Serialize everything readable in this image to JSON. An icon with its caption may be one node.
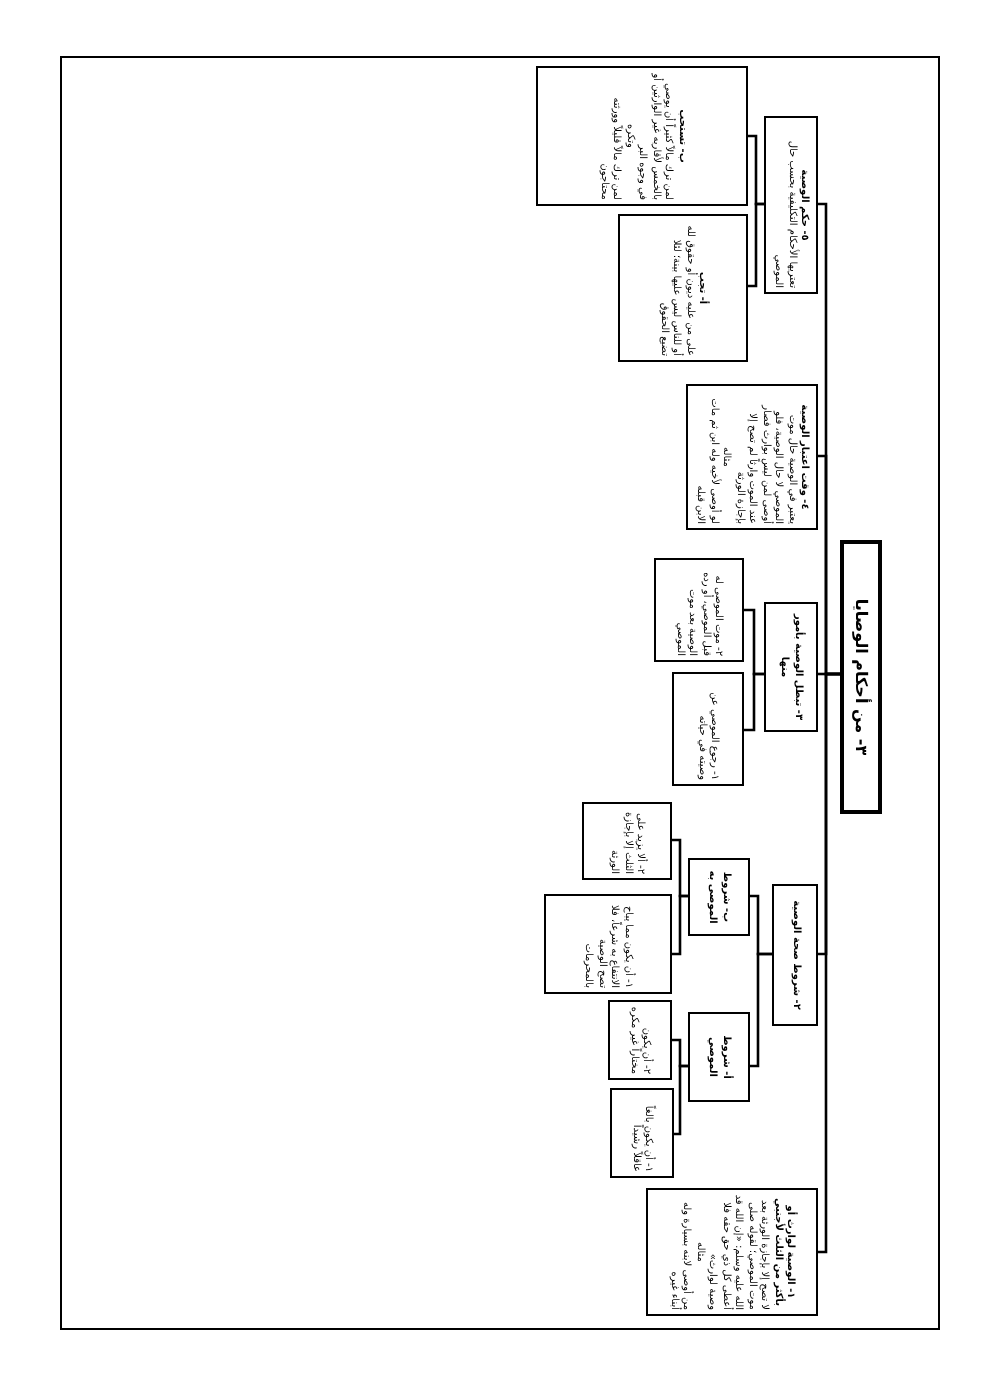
{
  "diagram": {
    "nodes": [
      {
        "text": [
          "٣- من أحكام الوصايا"
        ]
      },
      {
        "text": [
          "١- الوصية لوارث أو بأكثر من الثلث لأجنبي",
          "لا تصح إلا بإجازة الورثة بعد موت الموصي؛ لقوله صلى الله عليه وسلم: «إن الله قد أعطى كل ذي حق حقه فلا وصية لوارث»",
          "مثاله",
          "من أوصى لابنه بسيارة وله أبناء غيره"
        ]
      },
      {
        "text": [
          "٢- شروط صحة الوصية"
        ]
      },
      {
        "text": [
          "أ- شروط الموصي"
        ]
      },
      {
        "text": [
          "١- أن يكون بالغاً عاقلاً رشيداً"
        ]
      },
      {
        "text": [
          "٢- أن يكون مختاراً غير مكره"
        ]
      },
      {
        "text": [
          "ب- شروط الموصى به"
        ]
      },
      {
        "text": [
          "١- أن يكون مما يباح الانتفاع به شرعاً، فلا تصح الوصية بالمحرمات"
        ]
      },
      {
        "text": [
          "٢- ألا يزيد على الثلث إلا بإجازة الورثة"
        ]
      },
      {
        "text": [
          "٣- تبطل الوصية بأمور منها"
        ]
      },
      {
        "text": [
          "١- رجوع الموصي عن وصيته في حياته"
        ]
      },
      {
        "text": [
          "٢- موت الموصى له قبل الموصي، أو رده الوصية بعد موت الموصي"
        ]
      },
      {
        "text": [
          "٤- وقت اعتبار الوصية",
          "يعتبر في الوصية حال موت الموصي لا حال الوصية، فلو أوصى لمن ليس بوارث فصار عند الموت وارثاً لم تصح إلا بإجازة الورثة",
          "مثاله",
          "لو أوصى لأخيه وله ابن ثم مات الابن قبله"
        ]
      },
      {
        "text": [
          "٥- حكم الوصية",
          "تعتريها الأحكام التكليفية بحسب حال الموصي"
        ]
      },
      {
        "text": [
          "أ- تجب",
          "على من عليه ديون أو حقوق لله أو للناس ليس عليها بينة؛ لئلا تضيع الحقوق"
        ]
      },
      {
        "text": [
          "ب- تستحب",
          "لمن ترك مالاً كثيراً أن يوصي بالخمس لأقاربه غير الوارثين أو في وجوه البر",
          "وتكره",
          "لمن ترك مالاً قليلاً وورثته محتاجون"
        ]
      }
    ],
    "edges": [
      {
        "from": 0,
        "to": 1,
        "arrow": "none"
      },
      {
        "from": 0,
        "to": 2,
        "arrow": "none"
      },
      {
        "from": 2,
        "to": 3,
        "arrow": "none"
      },
      {
        "from": 3,
        "to": 4,
        "arrow": "none"
      },
      {
        "from": 3,
        "to": 5,
        "arrow": "none"
      },
      {
        "from": 2,
        "to": 6,
        "arrow": "none"
      },
      {
        "from": 6,
        "to": 7,
        "arrow": "none"
      },
      {
        "from": 6,
        "to": 8,
        "arrow": "none"
      },
      {
        "from": 0,
        "to": 9,
        "arrow": "none"
      },
      {
        "from": 9,
        "to": 10,
        "arrow": "none"
      },
      {
        "from": 9,
        "to": 11,
        "arrow": "none"
      },
      {
        "from": 0,
        "to": 12,
        "arrow": "none"
      },
      {
        "from": 0,
        "to": 13,
        "arrow": "none"
      },
      {
        "from": 13,
        "to": 14,
        "arrow": "none"
      },
      {
        "from": 13,
        "to": 15,
        "arrow": "none"
      }
    ]
  }
}
